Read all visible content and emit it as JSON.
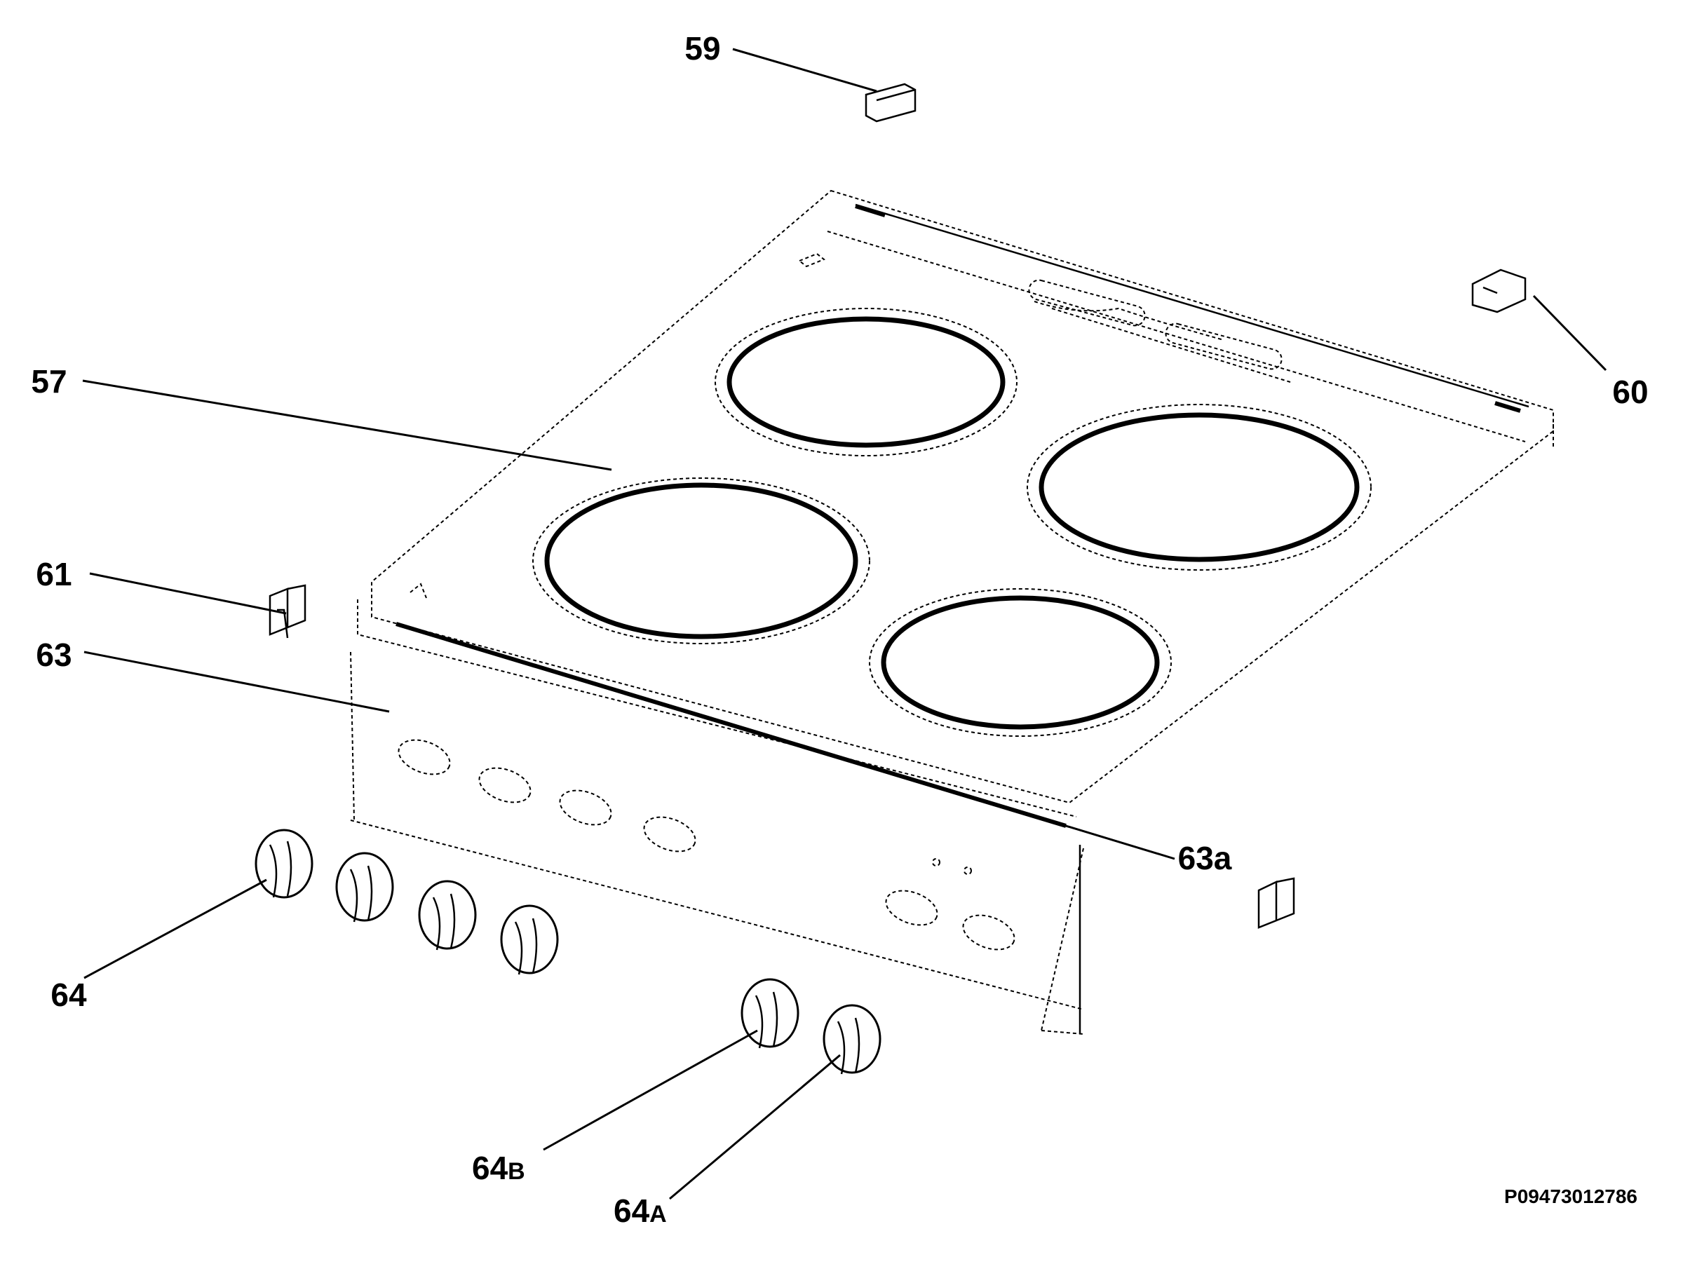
{
  "labels": {
    "l57": "57",
    "l59": "59",
    "l60": "60",
    "l61": "61",
    "l63": "63",
    "l63a": "63a",
    "l64": "64",
    "l64b_num": "64",
    "l64b_sub": "B",
    "l64a_num": "64",
    "l64a_sub": "A"
  },
  "code": "P09473012786"
}
